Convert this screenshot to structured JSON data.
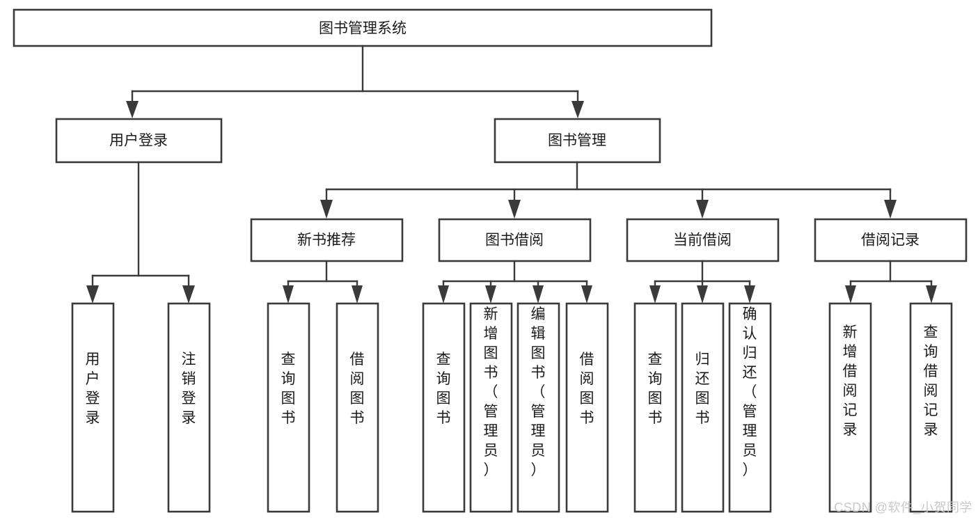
{
  "diagram": {
    "title": "图书管理系统",
    "type": "hierarchy-tree",
    "watermark": "CSDN @软件_小贺同学",
    "colors": {
      "box_stroke": "#3a3a3a",
      "box_fill": "#ffffff",
      "connector": "#3a3a3a",
      "text": "#1b1b1b",
      "background": "#ffffff",
      "watermark": "#c9c9c9"
    },
    "levels": {
      "root": {
        "label": "图书管理系统"
      },
      "level2": [
        {
          "id": "user-login",
          "label": "用户登录"
        },
        {
          "id": "book-management",
          "label": "图书管理"
        }
      ],
      "level3": [
        {
          "id": "new-book-recommend",
          "label": "新书推荐",
          "parent": "book-management"
        },
        {
          "id": "book-borrow",
          "label": "图书借阅",
          "parent": "book-management"
        },
        {
          "id": "current-borrow",
          "label": "当前借阅",
          "parent": "book-management"
        },
        {
          "id": "borrow-record",
          "label": "借阅记录",
          "parent": "book-management"
        }
      ],
      "leaves": [
        {
          "id": "leaf-user-login",
          "label": "用户登录",
          "parent": "user-login"
        },
        {
          "id": "leaf-logout",
          "label": "注销登录",
          "parent": "user-login"
        },
        {
          "id": "leaf-query-book-1",
          "label": "查询图书",
          "parent": "new-book-recommend"
        },
        {
          "id": "leaf-borrow-book-1",
          "label": "借阅图书",
          "parent": "new-book-recommend"
        },
        {
          "id": "leaf-query-book-2",
          "label": "查询图书",
          "parent": "book-borrow"
        },
        {
          "id": "leaf-add-book",
          "label": "新增图书（管理员）",
          "parent": "book-borrow"
        },
        {
          "id": "leaf-edit-book",
          "label": "编辑图书（管理员）",
          "parent": "book-borrow"
        },
        {
          "id": "leaf-borrow-book-2",
          "label": "借阅图书",
          "parent": "book-borrow"
        },
        {
          "id": "leaf-query-book-3",
          "label": "查询图书",
          "parent": "current-borrow"
        },
        {
          "id": "leaf-return-book",
          "label": "归还图书",
          "parent": "current-borrow"
        },
        {
          "id": "leaf-confirm-return",
          "label": "确认归还（管理员）",
          "parent": "current-borrow"
        },
        {
          "id": "leaf-add-record",
          "label": "新增借阅记录",
          "parent": "borrow-record"
        },
        {
          "id": "leaf-query-record",
          "label": "查询借阅记录",
          "parent": "borrow-record"
        }
      ]
    }
  }
}
